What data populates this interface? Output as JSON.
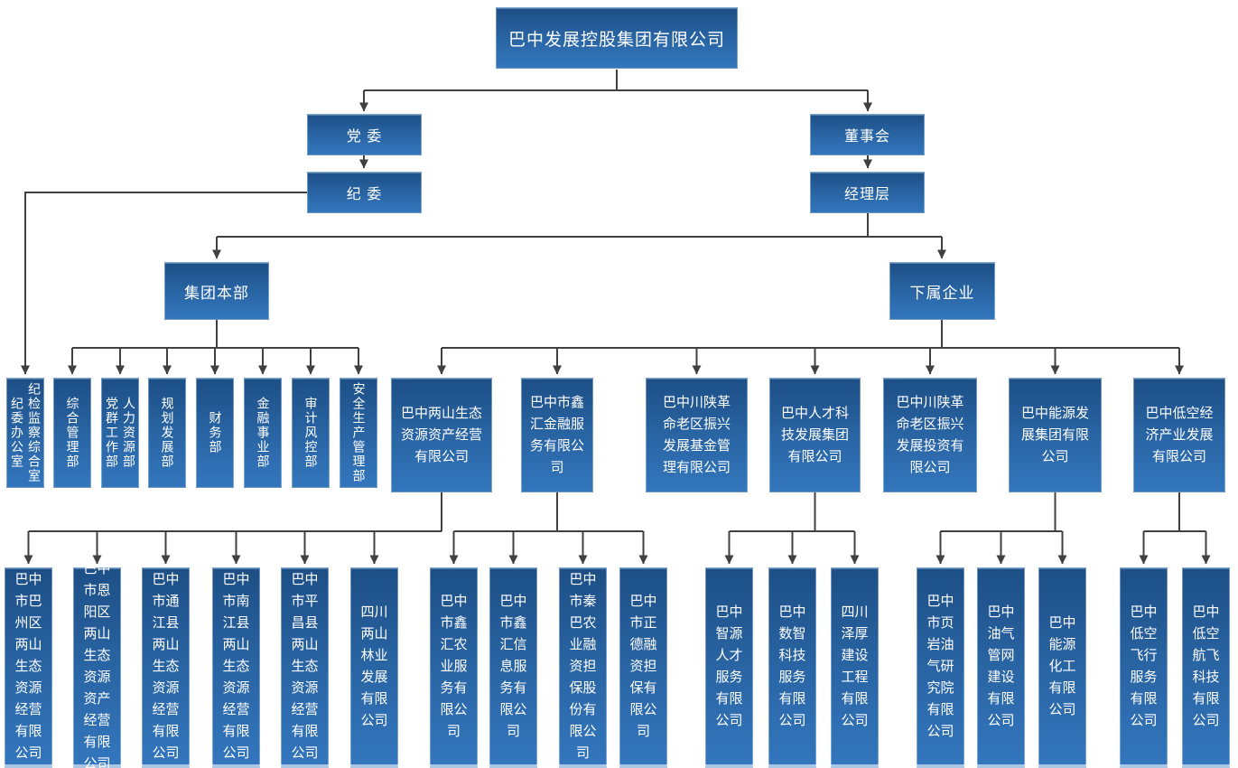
{
  "org": {
    "root": {
      "label": "巴中发展控股集团有限公司"
    },
    "party_committee": {
      "label": "党 委"
    },
    "discipline_committee": {
      "label": "纪 委"
    },
    "board": {
      "label": "董事会"
    },
    "management": {
      "label": "经理层"
    },
    "headquarters": {
      "label": "集团本部"
    },
    "subsidiaries_group": {
      "label": "下属企业"
    },
    "departments": [
      {
        "lines": [
          "纪检监察综合室",
          "纪委办公室"
        ]
      },
      {
        "lines": [
          "综合管理部"
        ]
      },
      {
        "lines": [
          "人力资源部",
          "党群工作部"
        ]
      },
      {
        "lines": [
          "规划发展部"
        ]
      },
      {
        "lines": [
          "财务部"
        ]
      },
      {
        "lines": [
          "金融事业部"
        ]
      },
      {
        "lines": [
          "审计风控部"
        ]
      },
      {
        "lines": [
          "安全生产管理部"
        ]
      }
    ],
    "companies": [
      {
        "label": "巴中两山生态资源资产经营有限公司"
      },
      {
        "label": "巴中市鑫汇金融服务有限公司"
      },
      {
        "label": "巴中川陕革命老区振兴发展基金管理有限公司"
      },
      {
        "label": "巴中人才科技发展集团有限公司"
      },
      {
        "label": "巴中川陕革命老区振兴发展投资有限公司"
      },
      {
        "label": "巴中能源发展集团有限公司"
      },
      {
        "label": "巴中低空经济产业发展有限公司"
      }
    ],
    "subsidiaries": [
      {
        "label": "巴中市巴州区两山生态资源经营有限公司"
      },
      {
        "label": "巴中市恩阳区两山生态资源资产经营有限公司"
      },
      {
        "label": "巴中市通江县两山生态资源经营有限公司"
      },
      {
        "label": "巴中市南江县两山生态资源经营有限公司"
      },
      {
        "label": "巴中市平昌县两山生态资源经营有限公司"
      },
      {
        "label": "四川两山林业发展有限公司"
      },
      {
        "label": "巴中市鑫汇农业服务有限公司"
      },
      {
        "label": "巴中市鑫汇信息服务有限公司"
      },
      {
        "label": "巴中市秦巴农业融资担保股份有限公司"
      },
      {
        "label": "巴中市正德融资担保有限公司"
      },
      {
        "label": "巴中智源人才服务有限公司"
      },
      {
        "label": "巴中数智科技服务有限公司"
      },
      {
        "label": "四川泽厚建设工程有限公司"
      },
      {
        "label": "巴中市页岩油气研究院有限公司"
      },
      {
        "label": "巴中油气管网建设有限公司"
      },
      {
        "label": "巴中能源化工有限公司"
      },
      {
        "label": "巴中低空飞行服务有限公司"
      },
      {
        "label": "巴中低空航飞科技有限公司"
      }
    ],
    "colors": {
      "box_gradient_top": "#1d4f86",
      "box_gradient_bottom": "#3376bd",
      "connector_line": "#404040",
      "text": "#ffffff"
    }
  }
}
